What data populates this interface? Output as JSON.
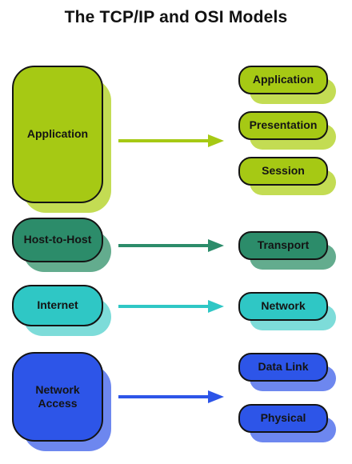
{
  "title": "The TCP/IP and OSI Models",
  "colors": {
    "application": "#a6c914",
    "host_to_host": "#2c8c6a",
    "internet": "#2fc7c5",
    "network_access": "#2d55e8"
  },
  "tcpip_layers": [
    {
      "label": "Application"
    },
    {
      "label": "Host-to-Host"
    },
    {
      "label": "Internet"
    },
    {
      "label": "Network Access"
    }
  ],
  "osi_layers": [
    {
      "label": "Application"
    },
    {
      "label": "Presentation"
    },
    {
      "label": "Session"
    },
    {
      "label": "Transport"
    },
    {
      "label": "Network"
    },
    {
      "label": "Data Link"
    },
    {
      "label": "Physical"
    }
  ]
}
